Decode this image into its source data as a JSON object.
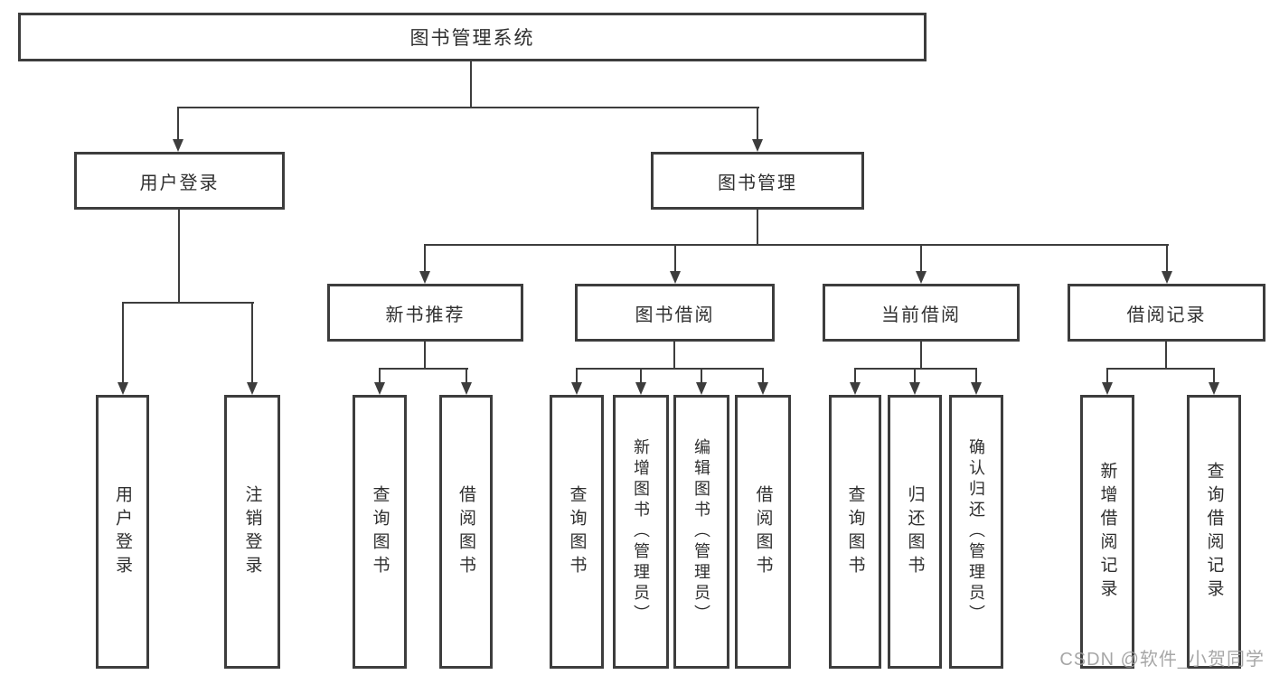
{
  "tree": {
    "root": {
      "label": "图书管理系统"
    },
    "branches": [
      {
        "label": "用户登录",
        "leaves": [
          {
            "label": "用户登录"
          },
          {
            "label": "注销登录"
          }
        ]
      },
      {
        "label": "图书管理",
        "sections": [
          {
            "label": "新书推荐",
            "leaves": [
              {
                "label": "查询图书"
              },
              {
                "label": "借阅图书"
              }
            ]
          },
          {
            "label": "图书借阅",
            "leaves": [
              {
                "label": "查询图书"
              },
              {
                "label": "新增图书（管理员）"
              },
              {
                "label": "编辑图书（管理员）"
              },
              {
                "label": "借阅图书"
              }
            ]
          },
          {
            "label": "当前借阅",
            "leaves": [
              {
                "label": "查询图书"
              },
              {
                "label": "归还图书"
              },
              {
                "label": "确认归还（管理员）"
              }
            ]
          },
          {
            "label": "借阅记录",
            "leaves": [
              {
                "label": "新增借阅记录"
              },
              {
                "label": "查询借阅记录"
              }
            ]
          }
        ]
      }
    ]
  },
  "watermark": {
    "text": "CSDN @软件_小贺同学"
  },
  "colors": {
    "line": "#3d3d3d",
    "text": "#2f2f2f",
    "background": "#ffffff",
    "watermark": "#9e9e9e"
  }
}
